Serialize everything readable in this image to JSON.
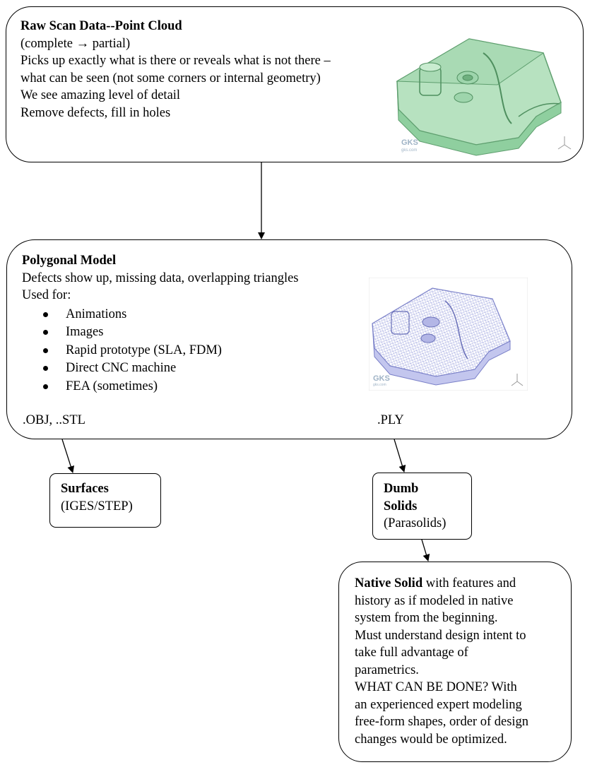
{
  "raw_scan": {
    "title": "Raw Scan Data--Point Cloud",
    "subtitle_prefix": "(complete ",
    "arrow_symbol": "→",
    "subtitle_suffix": " partial)",
    "lines": [
      "Picks up exactly what is there or reveals what is not there –",
      "what can be seen (not some corners or internal geometry)",
      "We see amazing level of detail",
      "Remove defects, fill in holes"
    ],
    "watermark": "GKS",
    "watermark_sub": "gks.com"
  },
  "polygonal": {
    "title": "Polygonal Model",
    "line1": "Defects show up, missing data, overlapping triangles",
    "used_for": "Used for:",
    "uses": [
      "Animations",
      "Images",
      "Rapid prototype (SLA, FDM)",
      "Direct CNC machine",
      "FEA (sometimes)"
    ],
    "formats_left": ".OBJ, ..STL",
    "formats_right": ".PLY",
    "watermark": "GKS",
    "watermark_sub": "gks.com"
  },
  "surfaces": {
    "title": "Surfaces",
    "sub": "(IGES/STEP)"
  },
  "dumb_solids": {
    "title_line1": "Dumb",
    "title_line2": "Solids",
    "sub": "(Parasolids)"
  },
  "native_solid": {
    "title": "Native Solid",
    "first_line_rest": " with features and",
    "lines": [
      "history as if modeled in native",
      "system from the beginning.",
      "Must understand design intent to",
      "take full advantage of",
      "parametrics.",
      "WHAT CAN BE DONE?  With",
      "an experienced expert modeling",
      "free-form shapes, order of design",
      "changes would be optimized."
    ]
  },
  "colors": {
    "scan_render": "#8fcf9f",
    "mesh_render": "#8a8fd4"
  }
}
